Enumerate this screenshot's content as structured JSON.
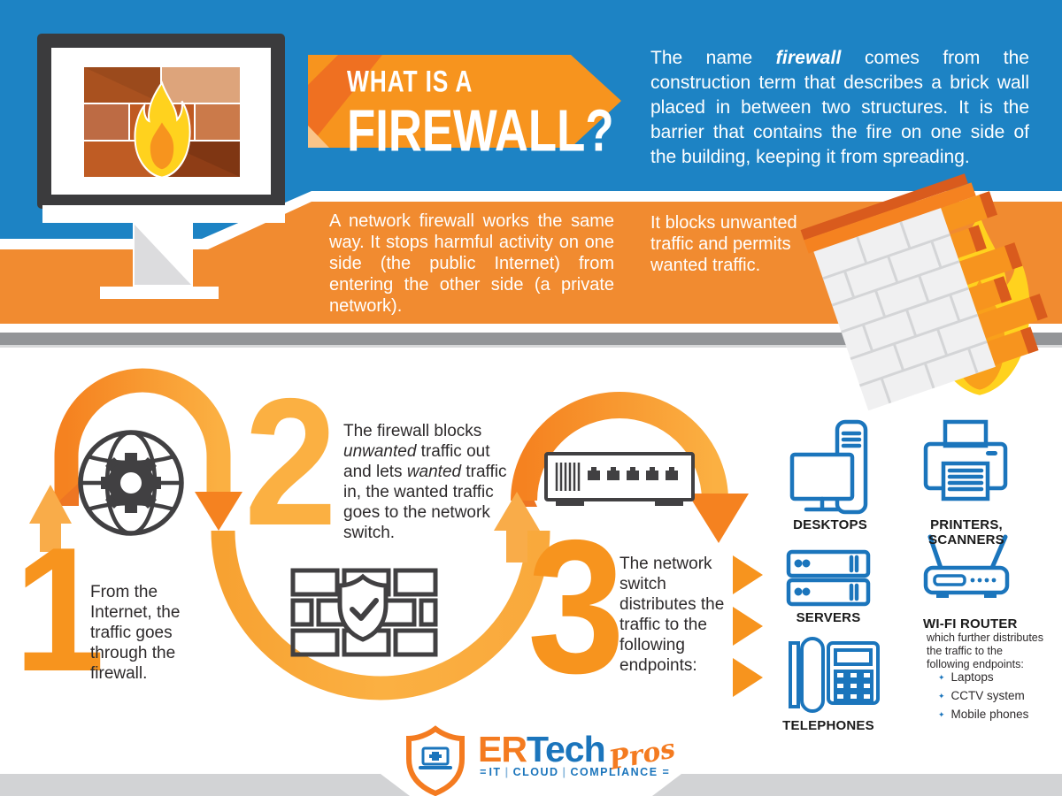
{
  "colors": {
    "blue": "#1D83C4",
    "band_orange": "#F18B30",
    "banner_orange": "#F7941E",
    "accent_orange": "#EF7021",
    "light_orange": "#FBB042",
    "icon_dark": "#414042",
    "icon_blue": "#1B75BC",
    "divider_gray": "#939598",
    "footer_gray": "#D2D3D5"
  },
  "header": {
    "banner": {
      "line1": "WHAT IS A",
      "line2": "FIREWALL?"
    },
    "intro": {
      "lead": "The name ",
      "emphasis": "firewall",
      "rest": " comes from the construction term that describes a brick wall placed in between two structures. It is the barrier that contains the fire on one side of the building, keeping it from spreading."
    }
  },
  "band": {
    "left_text": "A network firewall works the same way. It stops harmful activity on one side (the public Internet) from entering the other side (a private network).",
    "right_text": "It blocks unwanted traffic and permits wanted traffic."
  },
  "steps": {
    "one": {
      "number": "1",
      "text": "From the Internet, the traffic goes through the firewall."
    },
    "two": {
      "number": "2",
      "t1": "The firewall blocks ",
      "i1": "unwanted",
      "t2": " traffic out and lets ",
      "i2": "wanted",
      "t3": " traffic in, the wanted traffic goes to the network switch."
    },
    "three": {
      "number": "3",
      "text": "The network switch distributes the traffic to the following endpoints:"
    }
  },
  "endpoints": {
    "desktops": {
      "label": "DESKTOPS"
    },
    "printers": {
      "label": "PRINTERS, SCANNERS"
    },
    "servers": {
      "label": "SERVERS"
    },
    "router": {
      "label": "WI-FI ROUTER",
      "note": "which further distributes the traffic to the following endpoints:",
      "bullets": [
        "Laptops",
        "CCTV system",
        "Mobile phones"
      ]
    },
    "telephones": {
      "label": "TELEPHONES"
    }
  },
  "footer_logo": {
    "er": "ER",
    "tech": "Tech",
    "pros": "Pros",
    "tagline": {
      "dash": "=",
      "t1": "IT",
      "sep": "|",
      "t2": "CLOUD",
      "t3": "COMPLIANCE"
    }
  }
}
